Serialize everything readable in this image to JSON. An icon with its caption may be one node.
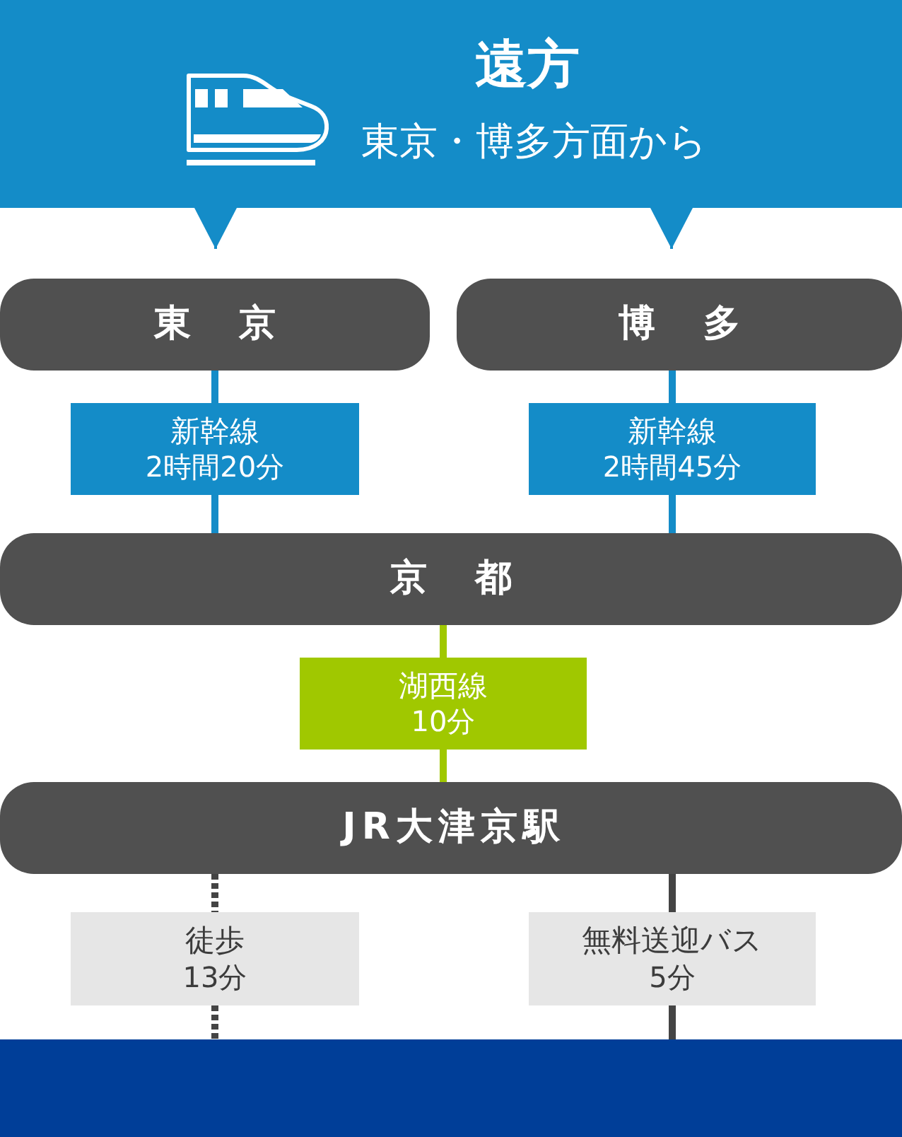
{
  "diagram": {
    "nodes": [
      {
        "text": [
          "遠方",
          "東京・博多方面から"
        ]
      },
      {
        "text": [
          "東　京"
        ]
      },
      {
        "text": [
          "博　多"
        ]
      },
      {
        "text": [
          "新幹線",
          "2時間20分"
        ]
      },
      {
        "text": [
          "新幹線",
          "2時間45分"
        ]
      },
      {
        "text": [
          "京　都"
        ]
      },
      {
        "text": [
          "湖西線",
          "10分"
        ]
      },
      {
        "text": [
          "JR大津京駅"
        ]
      },
      {
        "text": [
          "徒歩",
          "13分"
        ]
      },
      {
        "text": [
          "無料送迎バス",
          "5分"
        ]
      },
      {
        "text": [],
        "shape": "box"
      }
    ],
    "edges": [
      {
        "from": 0,
        "to": 1,
        "arrow": "to"
      },
      {
        "from": 0,
        "to": 2,
        "arrow": "to"
      },
      {
        "from": 1,
        "to": 3,
        "arrow": "none"
      },
      {
        "from": 3,
        "to": 5,
        "arrow": "none"
      },
      {
        "from": 2,
        "to": 4,
        "arrow": "none"
      },
      {
        "from": 4,
        "to": 5,
        "arrow": "none"
      },
      {
        "from": 5,
        "to": 6,
        "arrow": "none",
        "color": "#a0c800"
      },
      {
        "from": 6,
        "to": 7,
        "arrow": "none",
        "color": "#a0c800"
      },
      {
        "from": 7,
        "to": 8,
        "arrow": "none",
        "style": "dashed",
        "color": "#444444"
      },
      {
        "from": 8,
        "to": 10,
        "arrow": "none",
        "style": "dashed",
        "color": "#444444"
      },
      {
        "from": 7,
        "to": 9,
        "arrow": "none",
        "color": "#444444"
      },
      {
        "from": 9,
        "to": 10,
        "arrow": "none",
        "color": "#444444"
      }
    ]
  }
}
